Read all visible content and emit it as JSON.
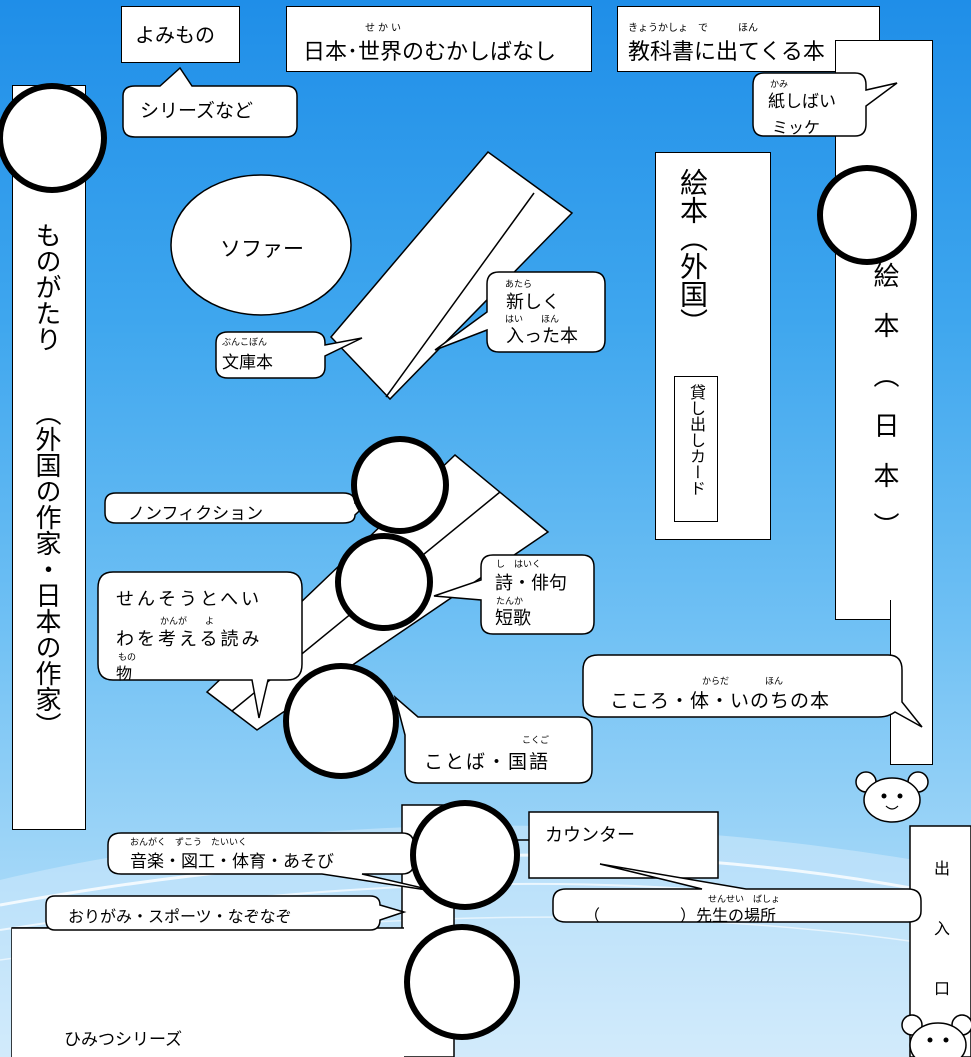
{
  "signs": {
    "yomimono": "よみもの",
    "mukashibanashi": "日本･世界のむかしばなし",
    "mukashibanashi_ruby": "せかい",
    "kyokasho": "教科書に出てくる本",
    "kyokasho_ruby": "きょうかしょ　で　　　ほん"
  },
  "callouts": {
    "series": "シリーズなど",
    "kamishibai": "紙しばい",
    "kamishibai_ruby": "かみ",
    "mikke": "ミッケ",
    "sofa": "ソファー",
    "bunkobon": "文庫本",
    "bunkobon_ruby": "ぶんこぼん",
    "atarashiku": "新しく",
    "atarashiku_ruby": "あたら",
    "haitta": "入った本",
    "haitta_ruby": "はい　　ほん",
    "nonfiction": "ノンフィクション",
    "shi_haiku": "詩・俳句",
    "shi_haiku_ruby": "し　はいく",
    "tanka": "短歌",
    "tanka_ruby": "たんか",
    "kangaeru_1": "せんそうとへい",
    "kangaeru_2": "わを考える読み",
    "kangaeru_2_ruby": "かんが　　よ",
    "kangaeru_3": "物",
    "kangaeru_3_ruby": "もの",
    "kokoro": "こころ・体・いのちの本",
    "kokoro_ruby": "からだ　　　　ほん",
    "kotoba": "ことば・国語",
    "kotoba_ruby": "こくご",
    "ongaku": "音楽・図工・体育・あそび",
    "ongaku_ruby": "おんがく　ずこう　たいいく",
    "origami": "おりがみ・スポーツ・なぞなぞ",
    "counter": "カウンター",
    "sensei": "（　　　　　）先生の場所",
    "sensei_ruby": "せんせい　ばしょ",
    "himitsu": "ひみつシリーズ"
  },
  "vertical": {
    "monogatari": "ものがたり",
    "monogatari_2": "（外国の作家・日本の作家）",
    "ehon_gaikoku": "絵本（外国）",
    "kashidashi": "貸し出しカード",
    "ehon_nihon": "絵本（日本）",
    "deguchi": "出入口"
  }
}
